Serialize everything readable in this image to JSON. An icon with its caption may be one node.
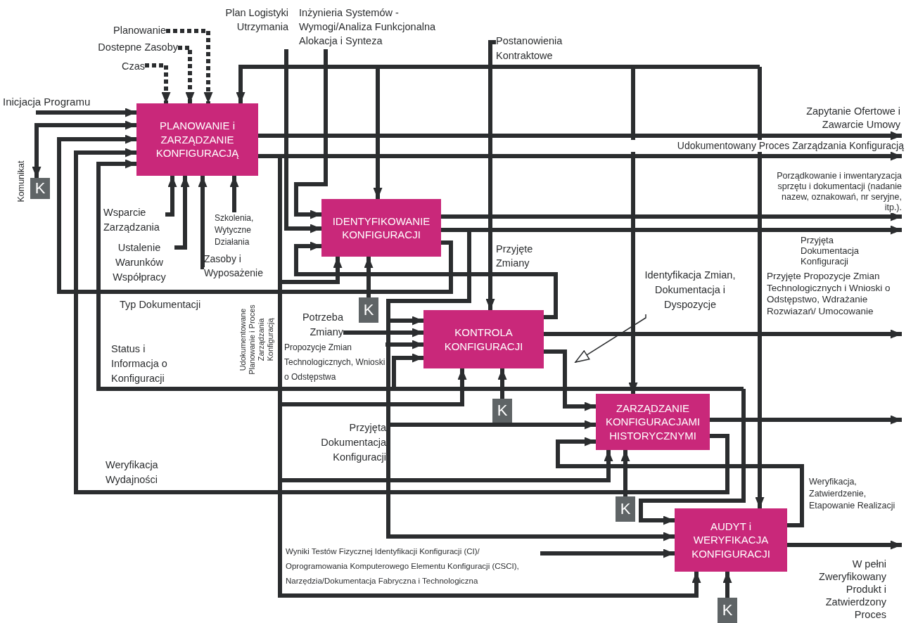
{
  "diagram": {
    "nodes": [
      {
        "text": [
          "PLANOWANIE i ZARZĄDZANIE KONFIGURACJĄ"
        ]
      },
      {
        "text": [
          "IDENTYFIKOWANIE KONFIGURACJI"
        ]
      },
      {
        "text": [
          "KONTROLA KONFIGURACJI"
        ]
      },
      {
        "text": [
          "ZARZĄDZANIE KONFIGURACJAMI HISTORYCZNYMI"
        ]
      },
      {
        "text": [
          "AUDYT i WERYFIKACJA KONFIGURACJI"
        ]
      },
      {
        "text": [
          "K"
        ],
        "beside": [
          "Komunikat"
        ]
      },
      {
        "text": [
          "K"
        ]
      },
      {
        "text": [
          "K"
        ]
      },
      {
        "text": [
          "K"
        ]
      },
      {
        "text": [
          "K"
        ]
      },
      {
        "text": [
          "Inicjacja Programu"
        ]
      },
      {
        "text": [
          "Planowanie"
        ]
      },
      {
        "text": [
          "Dostepne Zasoby"
        ]
      },
      {
        "text": [
          "Czas"
        ]
      },
      {
        "text": [
          "Plan Logistyki Utrzymania"
        ]
      },
      {
        "text": [
          "Inżynieria Systemów - Wymogi/Analiza Funkcjonalna Alokacja i Synteza"
        ]
      },
      {
        "text": [
          "Postanowienia Kontraktowe"
        ]
      },
      {
        "text": [
          "Wsparcie Zarządzania"
        ]
      },
      {
        "text": [
          "Ustalenie Warunków Współpracy"
        ]
      },
      {
        "text": [
          "Zasoby i Wyposażenie"
        ]
      },
      {
        "text": [
          "Szkolenia, Wytyczne Działania"
        ]
      },
      {
        "text": [
          "Potrzeba Zmiany"
        ]
      },
      {
        "text": [
          "Propozycje Zmian Technologicznych, Wnioski o Odstępstwa"
        ]
      },
      {
        "text": [
          "Wyniki Testów Fizycznej Identyfikacji Konfiguracji (CI)/ Oprogramowania Komputerowego Elementu Konfiguracji (CSCI), Narzędzia/Dokumentacja Fabryczna i Technologiczna"
        ]
      },
      {
        "text": [
          "Identyfikacja Zmian, Dokumentacja i Dyspozycje"
        ]
      }
    ],
    "edges": [
      {
        "from": 10,
        "to": 0,
        "arrow": "to"
      },
      {
        "from": 0,
        "to": 5,
        "arrow": "both"
      },
      {
        "from": 13,
        "to": 0,
        "arrow": "to",
        "style": "dashed"
      },
      {
        "from": 12,
        "to": 0,
        "arrow": "to",
        "style": "dashed"
      },
      {
        "from": 11,
        "to": 0,
        "arrow": "to",
        "style": "dashed"
      },
      {
        "from": 17,
        "to": 0,
        "arrow": "to"
      },
      {
        "from": 18,
        "to": 0,
        "arrow": "to"
      },
      {
        "from": 19,
        "to": 0,
        "arrow": "to"
      },
      {
        "from": 20,
        "to": 0,
        "arrow": "to"
      },
      {
        "from": 0,
        "to": null,
        "arrow": "to",
        "label": "Zapytanie Ofertowe i Zawarcie Umowy"
      },
      {
        "from": 0,
        "to": null,
        "arrow": "to",
        "label": "Udokumentowany Proces Zarządzania Konfiguracją"
      },
      {
        "from": 0,
        "to": 1,
        "arrow": "to"
      },
      {
        "from": 0,
        "to": 2,
        "arrow": "to"
      },
      {
        "from": 0,
        "to": 3,
        "arrow": "to"
      },
      {
        "from": 0,
        "to": 4,
        "arrow": "to",
        "label": "Udokumentowane Planowanie i Proces Zarządzania Konfiguracją"
      },
      {
        "from": 14,
        "to": 1,
        "arrow": "to"
      },
      {
        "from": 15,
        "to": 1,
        "arrow": "to"
      },
      {
        "from": null,
        "to": 0,
        "arrow": "to"
      },
      {
        "from": null,
        "to": 1,
        "arrow": "to"
      },
      {
        "from": null,
        "to": 3,
        "arrow": "to"
      },
      {
        "from": null,
        "to": 4,
        "arrow": "to"
      },
      {
        "from": 16,
        "to": 2,
        "arrow": "to"
      },
      {
        "from": 1,
        "to": null,
        "arrow": "to",
        "label": "Porządkowanie i inwentaryzacja sprzętu i dokumentacji (nadanie nazew, oznakowań, nr seryjne, itp.)."
      },
      {
        "from": 1,
        "to": null,
        "arrow": "to",
        "label": "Przyjęta Dokumentacja Konfiguracji"
      },
      {
        "from": 1,
        "to": 0,
        "arrow": "to",
        "label": "Typ Dokumentacji"
      },
      {
        "from": 2,
        "to": 1,
        "arrow": "to",
        "label": "Przyjęte Zmiany"
      },
      {
        "from": 1,
        "to": 2,
        "arrow": "to"
      },
      {
        "from": 1,
        "to": 3,
        "arrow": "to",
        "label": "Przyjęta Dokumentacja Konfiguracji"
      },
      {
        "from": 1,
        "to": 4,
        "arrow": "to"
      },
      {
        "from": 21,
        "to": 2,
        "arrow": "to"
      },
      {
        "from": 22,
        "to": 2,
        "arrow": "to"
      },
      {
        "from": null,
        "to": 0,
        "arrow": "to",
        "label": "Status i Informacja o Konfiguracji"
      },
      {
        "from": null,
        "to": 2,
        "arrow": "to"
      },
      {
        "from": null,
        "to": 4,
        "arrow": "to"
      },
      {
        "from": 2,
        "to": 3,
        "arrow": "to"
      },
      {
        "from": 2,
        "to": null,
        "arrow": "to",
        "label": "Przyjęte Propozycje Zmian Technologicznych i Wnioski o Odstępstwo, Wdrażanie Rozwiazań/ Umocowanie"
      },
      {
        "from": 6,
        "to": 1,
        "arrow": "to"
      },
      {
        "from": 7,
        "to": 2,
        "arrow": "to"
      },
      {
        "from": 3,
        "to": null,
        "arrow": "to"
      },
      {
        "from": 3,
        "to": 0,
        "arrow": "to",
        "label": "Weryfikacja Wydajności"
      },
      {
        "from": 4,
        "to": 3,
        "arrow": "to",
        "label": "Weryfikacja, Zatwierdzenie, Etapowanie Realizacji"
      },
      {
        "from": 8,
        "to": 3,
        "arrow": "to"
      },
      {
        "from": 23,
        "to": 4,
        "arrow": "to"
      },
      {
        "from": 9,
        "to": 4,
        "arrow": "to"
      },
      {
        "from": 4,
        "to": null,
        "arrow": "to",
        "label": "W pełni Zweryfikowany Produkt i Zatwierdzony Proces"
      },
      {
        "from": 24,
        "to": null,
        "arrow": "to"
      }
    ]
  }
}
